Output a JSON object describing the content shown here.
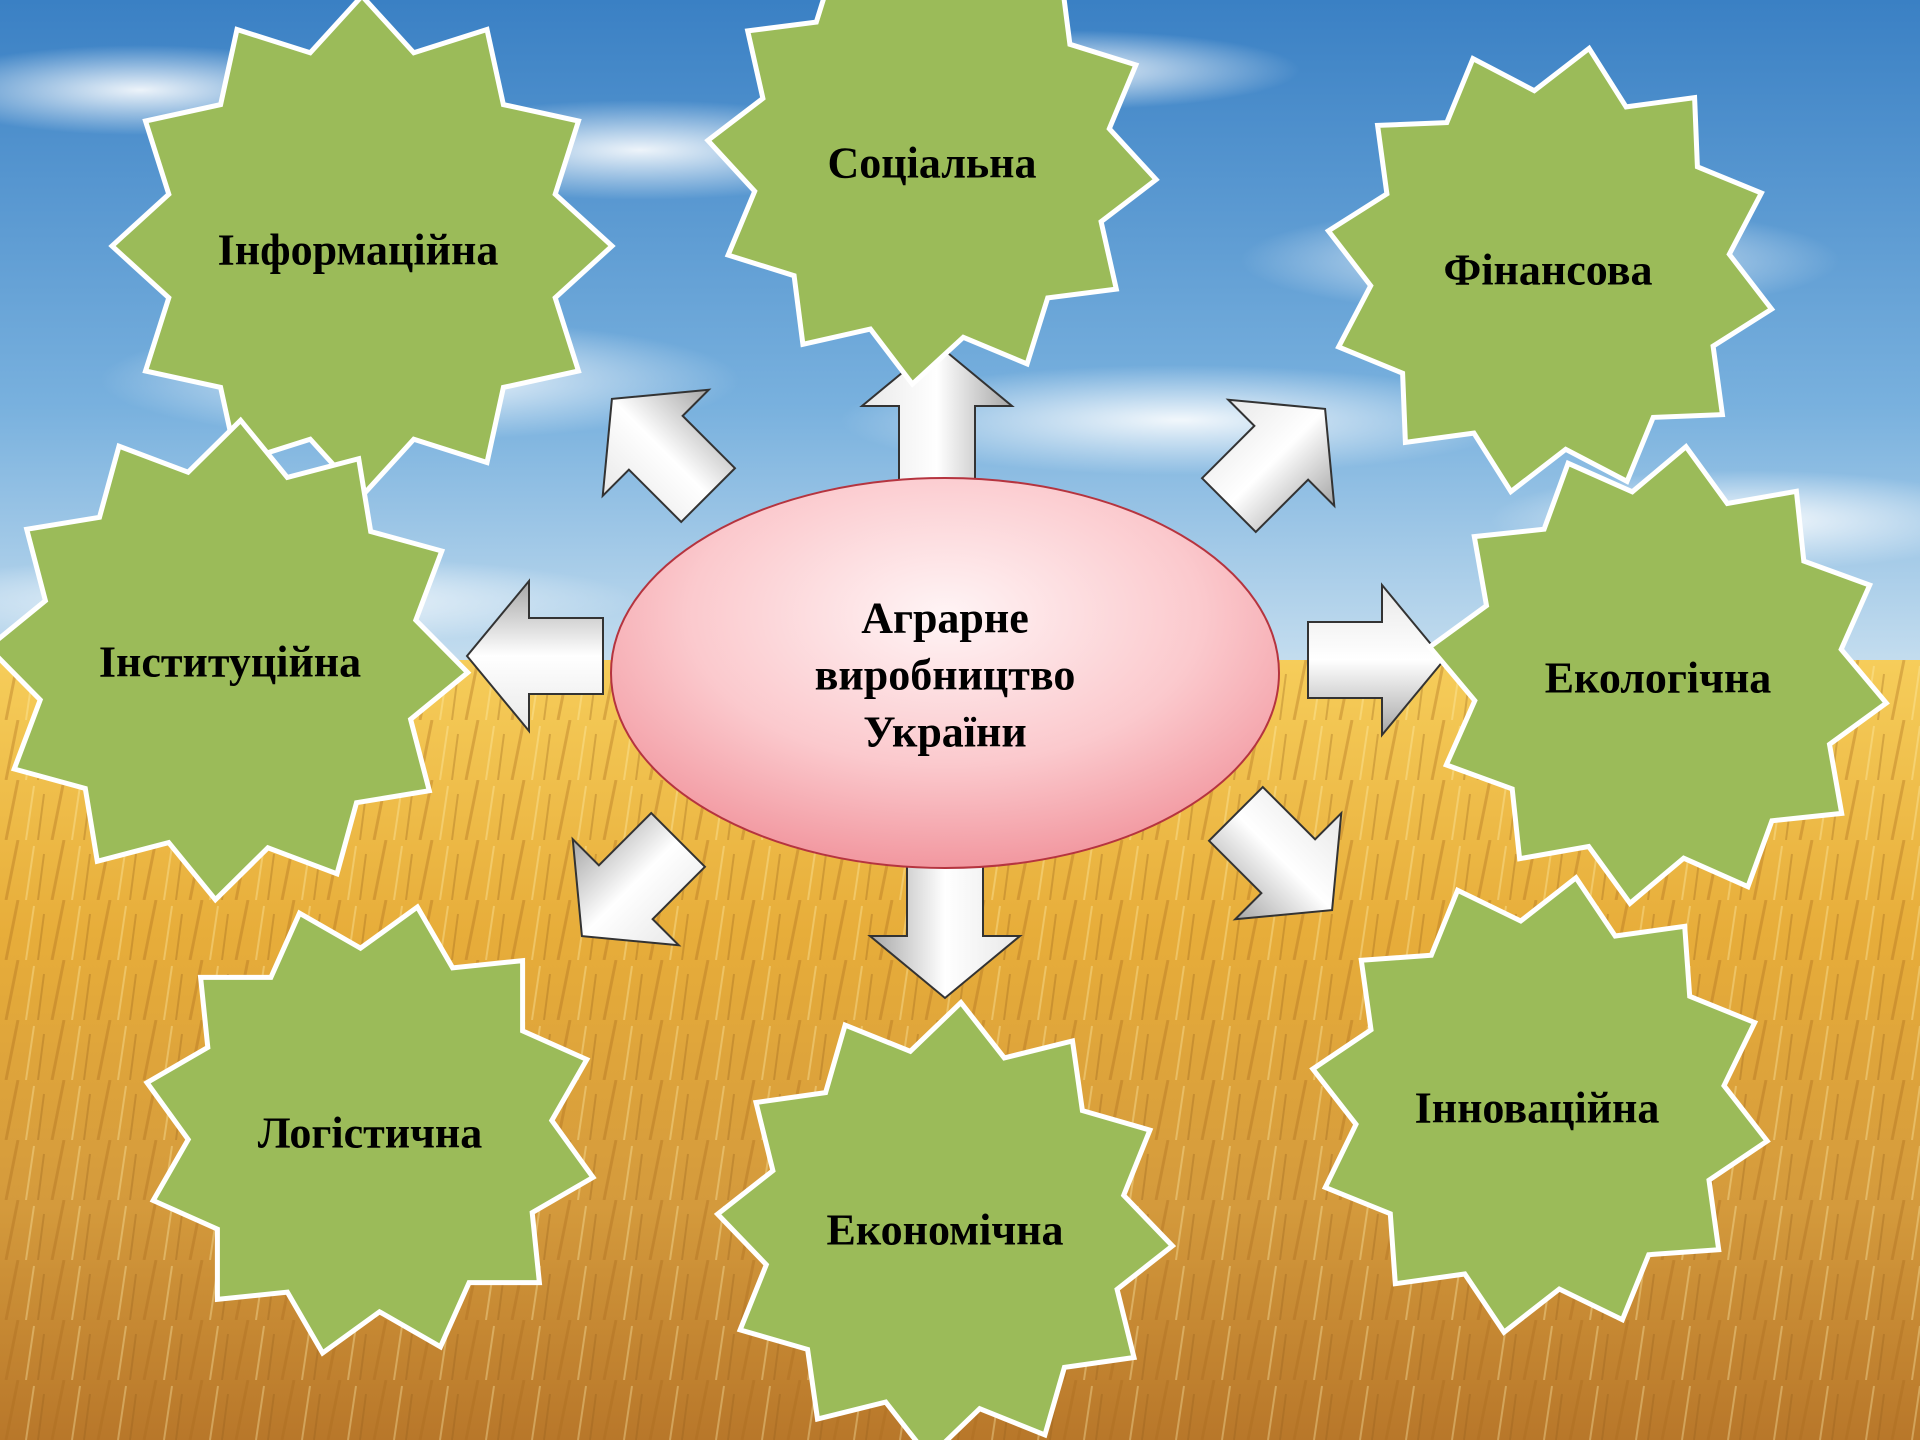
{
  "diagram": {
    "center": {
      "lines": [
        "Аграрне",
        "виробництво",
        "України"
      ],
      "fill_top": "#ffeef0",
      "fill_bottom": "#f4a6ad",
      "stroke": "#b5343f"
    },
    "nodes": [
      {
        "id": "informatsiina",
        "label": "Інформаційна"
      },
      {
        "id": "sotsialna",
        "label": "Соціальна"
      },
      {
        "id": "finansova",
        "label": "Фінансова"
      },
      {
        "id": "instytutsiina",
        "label": "Інституційна"
      },
      {
        "id": "ekolohichna",
        "label": "Екологічна"
      },
      {
        "id": "lohistychna",
        "label": "Логістична"
      },
      {
        "id": "ekonomichna",
        "label": "Економічна"
      },
      {
        "id": "innovatsiina",
        "label": "Інноваційна"
      }
    ],
    "colors": {
      "node_fill": "#9bbb59",
      "node_stroke": "#ffffff",
      "arrow_fill_light": "#f4f4f4",
      "arrow_fill_dark": "#a9a9a9",
      "arrow_stroke": "#333333",
      "sky_top": "#3f86c8",
      "sky_bottom": "#bcd9ee",
      "field_top": "#f4c24a",
      "field_bottom": "#b9771f"
    }
  }
}
